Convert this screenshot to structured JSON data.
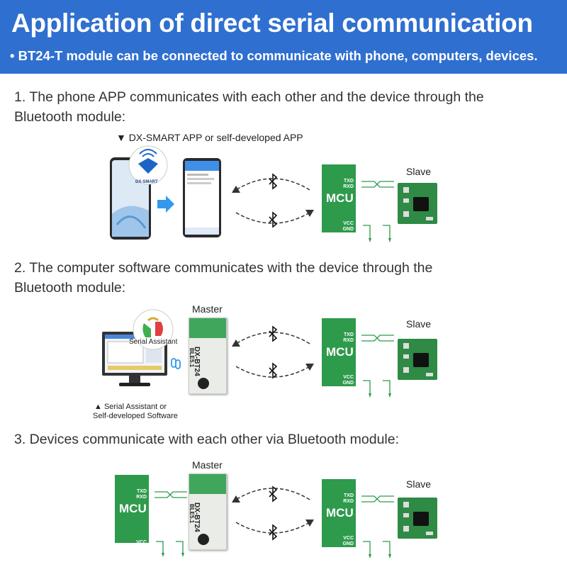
{
  "header": {
    "title": "Application of direct serial communication",
    "subtitle": "BT24-T module can be connected to communicate with phone, computers, devices."
  },
  "sections": [
    {
      "line1": "1. The phone APP communicates with each other and the device through the",
      "line2": "Bluetooth module:",
      "caption": "▼ DX-SMART APP or self-developed APP",
      "slave_label": "Slave"
    },
    {
      "line1": "2. The computer software communicates with the device through the",
      "line2": "Bluetooth module:",
      "master_label": "Master",
      "slave_label": "Slave",
      "app_label": "Serial Assistant",
      "caption_line1": "▲ Serial Assistant or",
      "caption_line2": "Self-developed Software"
    },
    {
      "line1": "3. Devices communicate with each other via Bluetooth module:",
      "master_label": "Master",
      "slave_label": "Slave"
    }
  ],
  "mcu": {
    "label": "MCU",
    "txd": "TXD",
    "rxd": "RXD",
    "vcc": "VCC",
    "gnd": "GND"
  },
  "module_text": {
    "name": "DX-BT24",
    "version": "BLE5.1"
  },
  "logo_text": "DX-SMART",
  "colors": {
    "header_bg": "#2f6fd0",
    "mcu_green": "#2e9a4c",
    "arrow_blue": "#3399ee"
  }
}
